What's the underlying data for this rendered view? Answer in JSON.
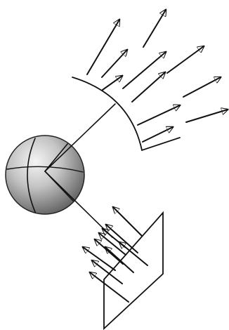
{
  "diagram": {
    "sphere": {
      "shading": "grey-radial"
    },
    "wavefronts": [
      {
        "id": "curved-wavefront",
        "shape": "curved-surface",
        "ray_count": 11
      },
      {
        "id": "plane-wavefront",
        "shape": "flat-plane",
        "ray_count": 10
      }
    ],
    "colors": {
      "stroke": "#111111",
      "sphere_light": "#f2f2f2",
      "sphere_dark": "#6e6e6e",
      "background": "#ffffff"
    }
  }
}
